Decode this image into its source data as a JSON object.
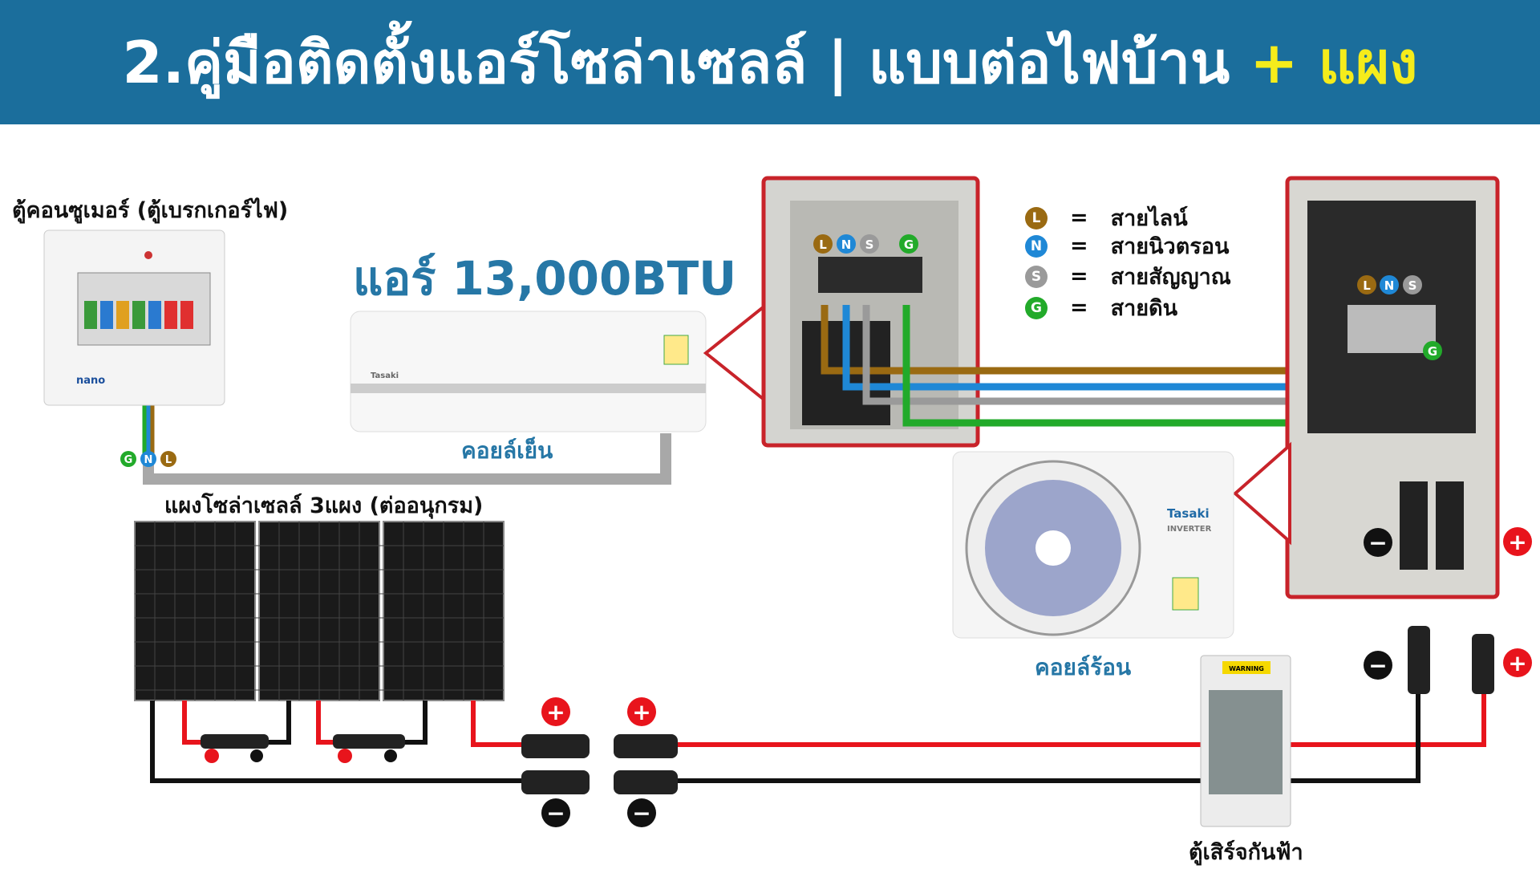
{
  "header": {
    "title_main": "2.คู่มือติดตั้งแอร์โซล่าเซลล์ | แบบต่อไฟบ้าน",
    "title_highlight": "+ แผง"
  },
  "consumer_unit": {
    "label": "ตู้คอนซูเมอร์ (ตู้เบรกเกอร์ไฟ)",
    "brand": "nano"
  },
  "indoor_unit": {
    "title": "แอร์ 13,000BTU",
    "label": "คอยล์เย็น",
    "brand": "Tasaki"
  },
  "outdoor_unit": {
    "label": "คอยล์ร้อน",
    "brand": "Tasaki",
    "subbrand": "INVERTER"
  },
  "solar": {
    "label": "แผงโซล่าเซลล์ 3แผง (ต่ออนุกรม)",
    "panel_count": 3
  },
  "surge_box": {
    "label": "ตู้เสิร์จกันฟ้า",
    "warning": "WARNING"
  },
  "legend": [
    {
      "key": "L",
      "eq": "=",
      "text": "สายไลน์",
      "color": "#9a6a12"
    },
    {
      "key": "N",
      "eq": "=",
      "text": "สายนิวตรอน",
      "color": "#1f88d6"
    },
    {
      "key": "S",
      "eq": "=",
      "text": "สายสัญญาณ",
      "color": "#9a9a9a"
    },
    {
      "key": "G",
      "eq": "=",
      "text": "สายดิน",
      "color": "#22aa2a"
    }
  ],
  "terminals": {
    "L": "L",
    "N": "N",
    "S": "S",
    "G": "G"
  },
  "polarity": {
    "plus": "+",
    "minus": "−"
  },
  "colors": {
    "header": "#1b6e9c",
    "highlight": "#f5ec1b",
    "callout_border": "#c8232a",
    "dc_positive": "#e8141c",
    "dc_negative": "#111111"
  }
}
